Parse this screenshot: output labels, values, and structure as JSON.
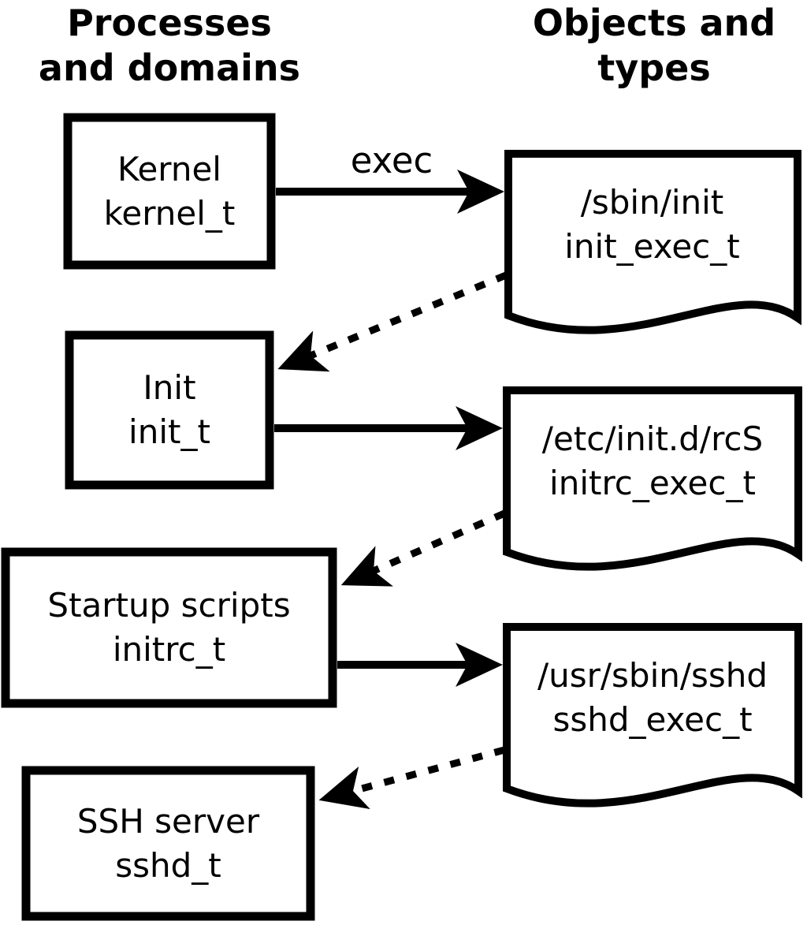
{
  "headers": {
    "left": {
      "line1": "Processes",
      "line2": "and domains"
    },
    "right": {
      "line1": "Objects and",
      "line2": "types"
    }
  },
  "process_boxes": [
    {
      "label": "Kernel",
      "type": "kernel_t"
    },
    {
      "label": "Init",
      "type": "init_t"
    },
    {
      "label": "Startup scripts",
      "type": "initrc_t"
    },
    {
      "label": "SSH server",
      "type": "sshd_t"
    }
  ],
  "object_documents": [
    {
      "path": "/sbin/init",
      "type": "init_exec_t"
    },
    {
      "path": "/etc/init.d/rcS",
      "type": "initrc_exec_t"
    },
    {
      "path": "/usr/sbin/sshd",
      "type": "sshd_exec_t"
    }
  ],
  "edges": {
    "exec_label": "exec",
    "solid": [
      {
        "from": "kernel_t",
        "to": "init_exec_t",
        "style": "solid",
        "label": "exec"
      },
      {
        "from": "init_t",
        "to": "initrc_exec_t",
        "style": "solid",
        "label": ""
      },
      {
        "from": "initrc_t",
        "to": "sshd_exec_t",
        "style": "solid",
        "label": ""
      }
    ],
    "dotted": [
      {
        "from": "init_exec_t",
        "to": "init_t",
        "style": "dotted"
      },
      {
        "from": "initrc_exec_t",
        "to": "initrc_t",
        "style": "dotted"
      },
      {
        "from": "sshd_exec_t",
        "to": "sshd_t",
        "style": "dotted"
      }
    ]
  },
  "colors": {
    "foreground": "#000000",
    "background": "#ffffff"
  }
}
